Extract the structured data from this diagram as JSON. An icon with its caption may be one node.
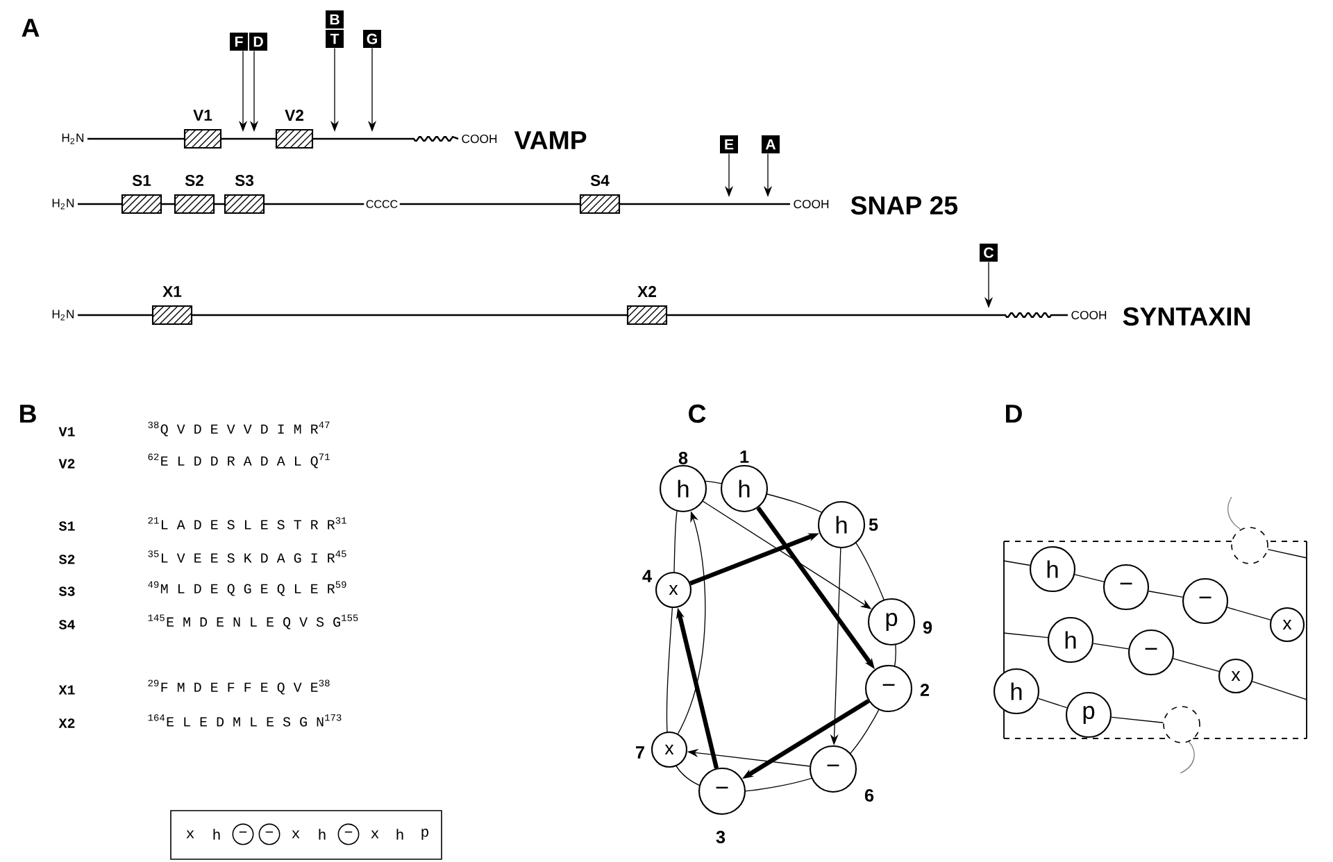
{
  "diagram": {
    "nodes": [
      {
        "text": [
          "V1"
        ]
      },
      {
        "text": [
          "V2"
        ]
      },
      {
        "text": [
          "F"
        ]
      },
      {
        "text": [
          "D"
        ]
      },
      {
        "text": [
          "B"
        ]
      },
      {
        "text": [
          "T"
        ]
      },
      {
        "text": [
          "G"
        ]
      },
      {
        "text": [
          "S1"
        ]
      },
      {
        "text": [
          "S2"
        ]
      },
      {
        "text": [
          "S3"
        ]
      },
      {
        "text": [
          "S4"
        ]
      },
      {
        "text": [
          "E"
        ]
      },
      {
        "text": [
          "A"
        ]
      },
      {
        "text": [
          "X1"
        ]
      },
      {
        "text": [
          "X2"
        ]
      },
      {
        "text": [
          "C"
        ]
      },
      {
        "text": [
          "h"
        ],
        "beside": [
          "1"
        ]
      },
      {
        "text": [
          "−"
        ],
        "beside": [
          "2"
        ]
      },
      {
        "text": [
          "−"
        ],
        "beside": [
          "3"
        ]
      },
      {
        "text": [
          "x"
        ],
        "beside": [
          "4"
        ]
      },
      {
        "text": [
          "h"
        ],
        "beside": [
          "5"
        ]
      },
      {
        "text": [
          "−"
        ],
        "beside": [
          "6"
        ]
      },
      {
        "text": [
          "x"
        ],
        "beside": [
          "7"
        ]
      },
      {
        "text": [
          "h"
        ],
        "beside": [
          "8"
        ]
      },
      {
        "text": [
          "p"
        ],
        "beside": [
          "9"
        ]
      },
      {
        "text": [],
        "shape": "box"
      },
      {
        "text": [],
        "shape": "circle"
      },
      {
        "text": [
          "h"
        ],
        "in": 25
      },
      {
        "text": [
          "−"
        ],
        "in": 25
      },
      {
        "text": [
          "−"
        ],
        "in": 25
      },
      {
        "text": [
          "x"
        ],
        "in": 25
      },
      {
        "text": [
          "h"
        ],
        "in": 25
      },
      {
        "text": [
          "−"
        ],
        "in": 25
      },
      {
        "text": [
          "x"
        ],
        "in": 25
      },
      {
        "text": [
          "h"
        ],
        "in": 25
      },
      {
        "text": [
          "p"
        ],
        "in": 25
      },
      {
        "text": [],
        "shape": "circle"
      }
    ],
    "edges": [
      {
        "from": 2,
        "to": null,
        "arrow": "to"
      },
      {
        "from": 3,
        "to": null,
        "arrow": "to"
      },
      {
        "from": 5,
        "to": null,
        "arrow": "to"
      },
      {
        "from": 6,
        "to": null,
        "arrow": "to"
      },
      {
        "from": 11,
        "to": null,
        "arrow": "to"
      },
      {
        "from": 12,
        "to": null,
        "arrow": "to"
      },
      {
        "from": 15,
        "to": null,
        "arrow": "to"
      },
      {
        "from": 16,
        "to": 17,
        "arrow": "to",
        "style": "thick"
      },
      {
        "from": 17,
        "to": 18,
        "arrow": "to",
        "style": "thick"
      },
      {
        "from": 18,
        "to": 19,
        "arrow": "to",
        "style": "thick"
      },
      {
        "from": 19,
        "to": 20,
        "arrow": "to",
        "style": "thick"
      },
      {
        "from": 20,
        "to": 21,
        "arrow": "to"
      },
      {
        "from": 21,
        "to": 22,
        "arrow": "to"
      },
      {
        "from": 22,
        "to": 23,
        "arrow": "to"
      },
      {
        "from": 23,
        "to": 24,
        "arrow": "to"
      },
      {
        "from": 25,
        "to": 27,
        "arrow": "none"
      },
      {
        "from": 27,
        "to": 28,
        "arrow": "none"
      },
      {
        "from": 28,
        "to": 29,
        "arrow": "none"
      },
      {
        "from": 29,
        "to": 30,
        "arrow": "none"
      },
      {
        "from": 25,
        "to": 31,
        "arrow": "none"
      },
      {
        "from": 31,
        "to": 32,
        "arrow": "none"
      },
      {
        "from": 32,
        "to": 33,
        "arrow": "none"
      },
      {
        "from": 33,
        "to": 25,
        "arrow": "none"
      },
      {
        "from": 34,
        "to": 35,
        "arrow": "none"
      },
      {
        "from": 35,
        "to": 36,
        "arrow": "none"
      },
      {
        "from": 26,
        "to": 25,
        "arrow": "none"
      }
    ],
    "labels": [
      "A",
      "H$_{2}$N",
      "COOH",
      "VAMP",
      "H$_{2}$N",
      "CCCC",
      "COOH",
      "SNAP 25",
      "H$_{2}$N",
      "COOH",
      "SYNTAXIN",
      "B",
      "V1",
      "$^{38}$Q V D E V V D I M R$^{47}$",
      "V2",
      "$^{62}$E L D D R A D A L Q$^{71}$",
      "S1",
      "$^{21}$L A D E S L E S T R R$^{31}$",
      "S2",
      "$^{35}$L V E E S K D A G I R$^{45}$",
      "S3",
      "$^{49}$M L D E Q G E Q L E R$^{59}$",
      "S4",
      "$^{145}$E M D E N L E Q V S G$^{155}$",
      "X1",
      "$^{29}$F M D E F F E Q V E$^{38}$",
      "X2",
      "$^{164}$E L E D M L E S G N$^{173}$",
      "x",
      "h",
      "−",
      "−",
      "x",
      "h",
      "−",
      "x",
      "h",
      "p",
      "C",
      "D"
    ]
  }
}
